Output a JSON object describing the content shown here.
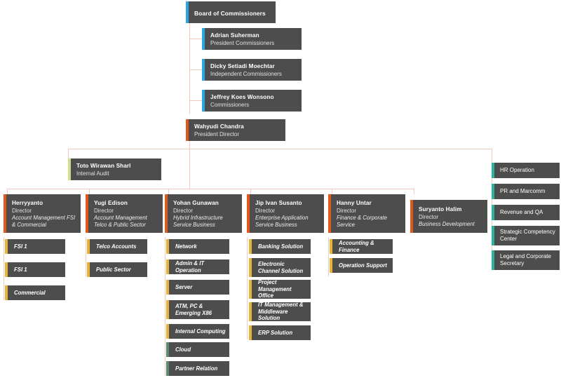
{
  "colors": {
    "box_fill": "#4d4d4d",
    "connector": "#f2cbbd",
    "accent_blue": "#2ba6e0",
    "accent_orange": "#e0591b",
    "accent_green_light": "#cfe08a",
    "accent_gold": "#e8b33c",
    "accent_green": "#5d8a6a",
    "accent_teal": "#2bb5a0",
    "text": "#ffffff"
  },
  "board": {
    "label": "Board of Commissioners",
    "accent": "#2ba6e0"
  },
  "commissioners": [
    {
      "name": "Adrian Suherman",
      "role": "President Commissioners",
      "accent": "#2ba6e0"
    },
    {
      "name": "Dicky Setiadi Moechtar",
      "role": "Independent Commissioners",
      "accent": "#2ba6e0"
    },
    {
      "name": "Jeffrey Koes Wonsono",
      "role": "Commissioners",
      "accent": "#2ba6e0"
    }
  ],
  "president_director": {
    "name": "Wahyudi Chandra",
    "role": "President Director",
    "accent": "#e0591b"
  },
  "internal_audit": {
    "name": "Toto Wirawan Sharl",
    "role": "Internal Audit",
    "accent": "#cfe08a"
  },
  "directors": [
    {
      "name": "Herryyanto",
      "role": "Director",
      "unit": "Account Management FSI & Commercial",
      "accent": "#e0591b",
      "children": [
        {
          "label": "FSI 1",
          "accent": "#e8b33c"
        },
        {
          "label": "FSI 1",
          "accent": "#e8b33c"
        },
        {
          "label": "Commercial",
          "accent": "#e8b33c"
        }
      ]
    },
    {
      "name": "Yugi Edison",
      "role": "Director",
      "unit": "Account Management Telco & Public Sector",
      "accent": "#e0591b",
      "children": [
        {
          "label": "Telco Accounts",
          "accent": "#e8b33c"
        },
        {
          "label": "Public Sector",
          "accent": "#e8b33c"
        }
      ]
    },
    {
      "name": "Yohan Gunawan",
      "role": "Director",
      "unit": "Hybrid Infrastructure Service Business",
      "accent": "#e0591b",
      "children": [
        {
          "label": "Network",
          "accent": "#e8b33c"
        },
        {
          "label": "Admin & IT Operation",
          "accent": "#e8b33c"
        },
        {
          "label": "Server",
          "accent": "#e8b33c"
        },
        {
          "label": "ATM, PC & Emerging X86",
          "accent": "#e8b33c"
        },
        {
          "label": "Internal Computing",
          "accent": "#e8b33c"
        },
        {
          "label": "Cloud",
          "accent": "#5d8a6a"
        },
        {
          "label": "Partner Relation",
          "accent": "#5d8a6a"
        }
      ]
    },
    {
      "name": "Jip Ivan Susanto",
      "role": "Director",
      "unit": "Enterprise Application Service Business",
      "accent": "#e0591b",
      "children": [
        {
          "label": "Banking Solution",
          "accent": "#e8b33c"
        },
        {
          "label": "Electronic Channel Solution",
          "accent": "#e8b33c"
        },
        {
          "label": "Project Management Office",
          "accent": "#e8b33c"
        },
        {
          "label": "IT Management & Middleware Solution",
          "accent": "#e8b33c"
        },
        {
          "label": "ERP Solution",
          "accent": "#e8b33c"
        }
      ]
    },
    {
      "name": "Hanny Untar",
      "role": "Director",
      "unit": "Finance & Corporate Service",
      "accent": "#e0591b",
      "children": [
        {
          "label": "Accounting & Finance",
          "accent": "#e8b33c"
        },
        {
          "label": "Operation Support",
          "accent": "#e8b33c"
        }
      ]
    },
    {
      "name": "Suryanto Halim",
      "role": "Director",
      "unit": "Business Development",
      "accent": "#e0591b",
      "children": []
    }
  ],
  "support_units": [
    {
      "label": "HR Operation",
      "accent": "#2bb5a0"
    },
    {
      "label": "PR and Marcomm",
      "accent": "#2bb5a0"
    },
    {
      "label": "Revenue and QA",
      "accent": "#2bb5a0"
    },
    {
      "label": "Strategic Competency Center",
      "accent": "#2bb5a0"
    },
    {
      "label": "Legal and Corporate Secretary",
      "accent": "#2bb5a0"
    }
  ]
}
